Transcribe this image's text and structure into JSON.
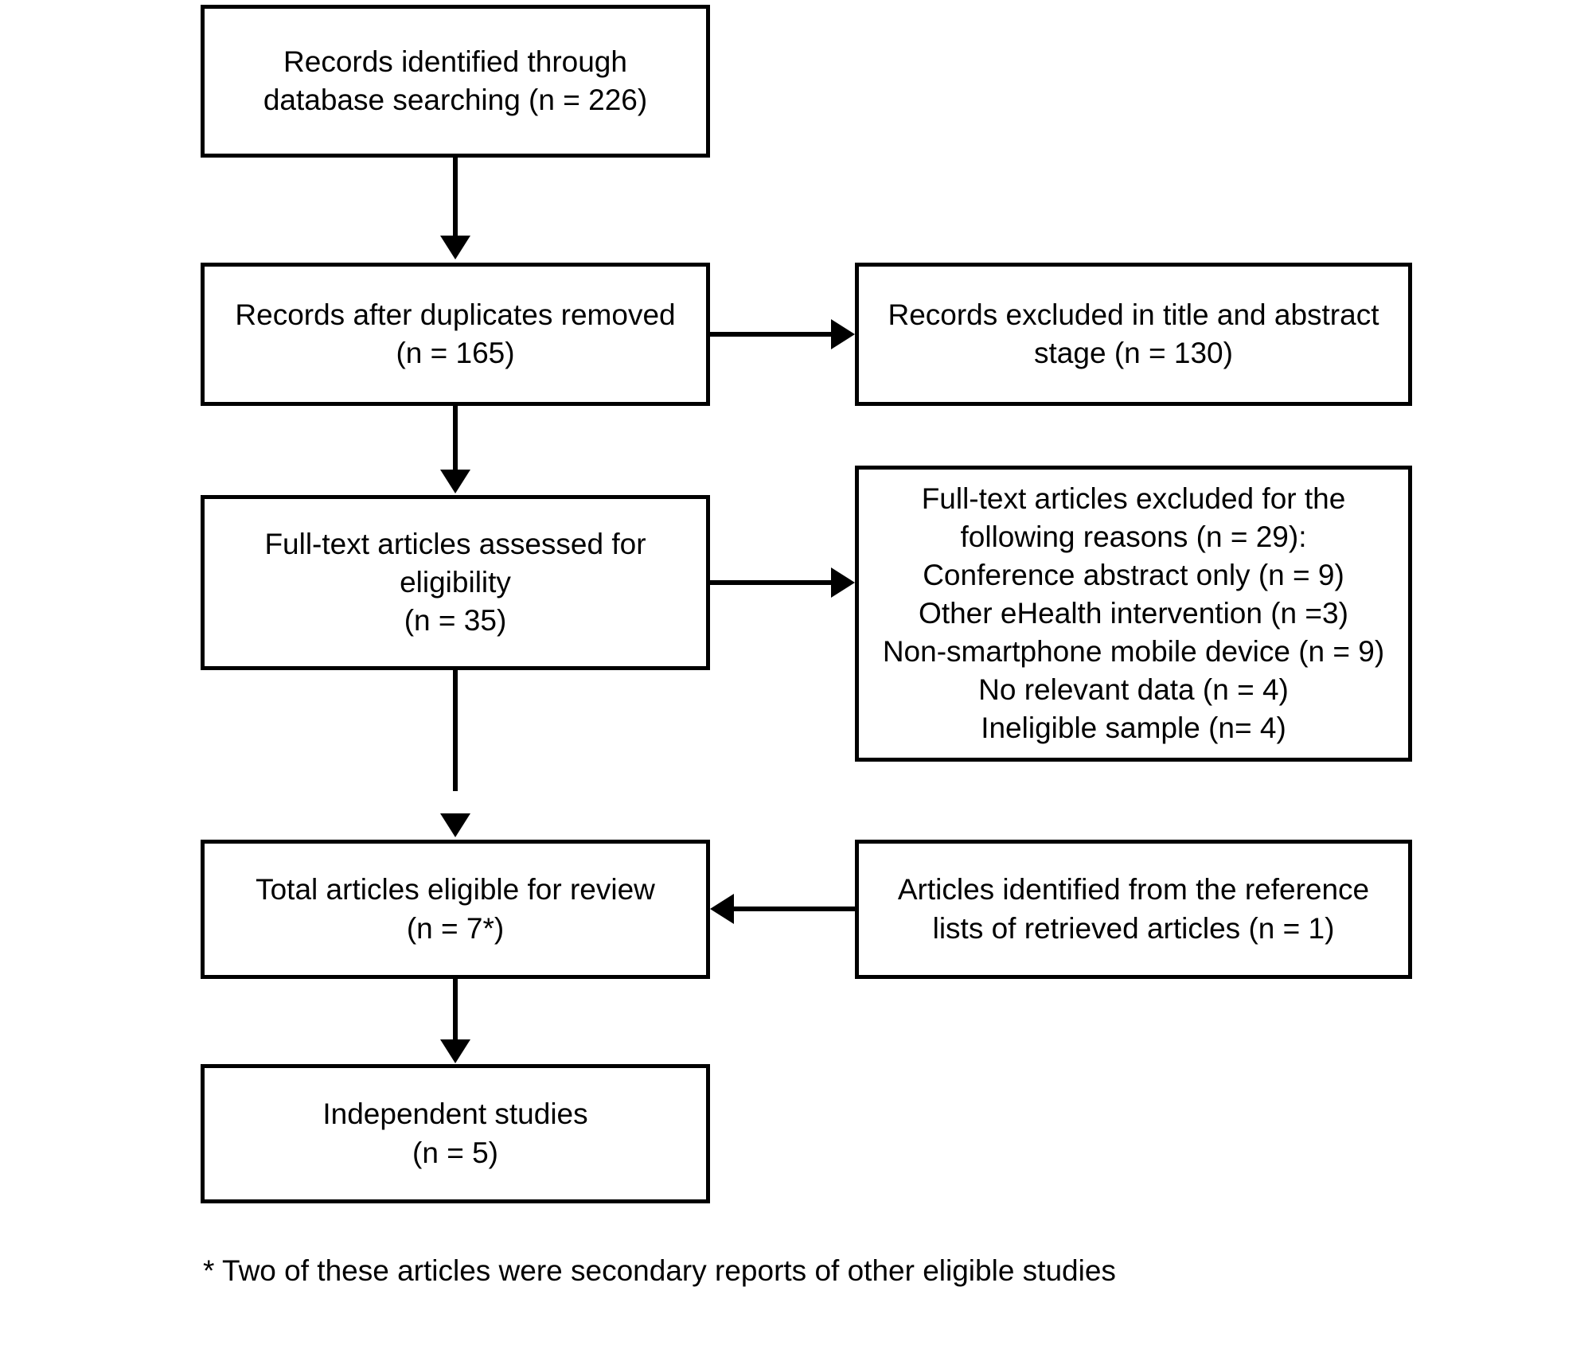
{
  "diagram": {
    "type": "prisma-flow-diagram",
    "colors": {
      "stroke": "#000000",
      "background": "#ffffff",
      "text": "#000000"
    },
    "nodes": {
      "identified": {
        "name": "records-identified",
        "lines": [
          "Records identified through",
          "database searching (n = 226)"
        ],
        "count": 226
      },
      "after_duplicates": {
        "name": "records-after-duplicates-removed",
        "lines": [
          "Records after duplicates removed",
          "(n = 165)"
        ],
        "count": 165
      },
      "excluded_title_abstract": {
        "name": "records-excluded-title-abstract",
        "lines": [
          "Records excluded in title and abstract",
          "stage (n = 130)"
        ],
        "count": 130
      },
      "fulltext_assessed": {
        "name": "full-text-articles-assessed",
        "lines": [
          "Full-text articles assessed for",
          "eligibility",
          "(n = 35)"
        ],
        "count": 35
      },
      "excluded_reasons": {
        "name": "full-text-articles-excluded",
        "lines": [
          "Full-text articles excluded for the",
          "following reasons (n = 29):",
          "Conference abstract only (n = 9)",
          "Other eHealth intervention (n =3)",
          "Non-smartphone mobile device (n = 9)",
          "No relevant data (n = 4)",
          "Ineligible sample (n= 4)"
        ],
        "total": 29,
        "reasons": [
          {
            "label": "Conference abstract only",
            "count": 9
          },
          {
            "label": "Other eHealth intervention",
            "count": 3
          },
          {
            "label": "Non-smartphone mobile device",
            "count": 9
          },
          {
            "label": "No relevant data",
            "count": 4
          },
          {
            "label": "Ineligible sample",
            "count": 4
          }
        ]
      },
      "total_eligible": {
        "name": "total-articles-eligible",
        "lines": [
          "Total articles eligible for review",
          "(n = 7*)"
        ],
        "count": 7
      },
      "reference_lists": {
        "name": "articles-from-reference-lists",
        "lines": [
          "Articles identified from the reference",
          "lists of retrieved articles (n = 1)"
        ],
        "count": 1
      },
      "independent_studies": {
        "name": "independent-studies",
        "lines": [
          "Independent studies",
          "(n = 5)"
        ],
        "count": 5
      }
    },
    "footnote": "* Two of these articles were secondary reports of other eligible studies"
  }
}
